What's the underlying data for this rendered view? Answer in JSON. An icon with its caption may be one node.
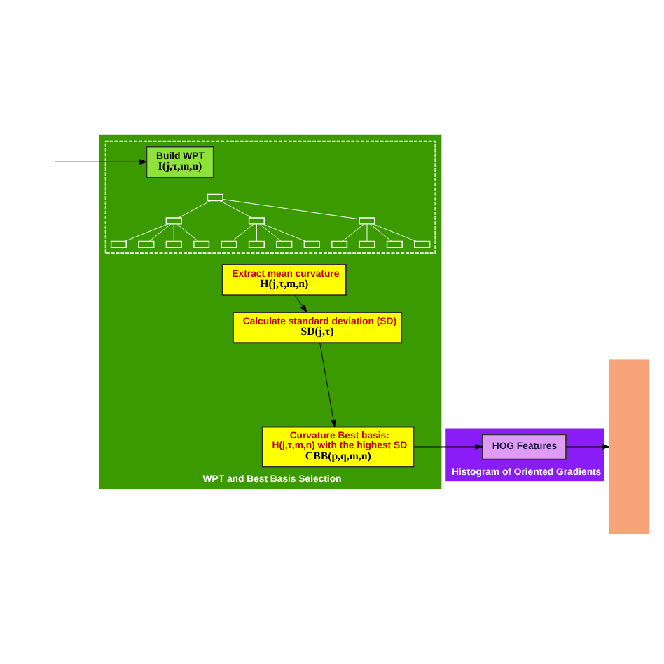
{
  "diagram": {
    "nodes": [
      {
        "text": [
          "WPT and Best Basis Selection"
        ]
      },
      {
        "text": [],
        "shape": "box",
        "in": 0
      },
      {
        "text": [
          "Build WPT",
          "I(j,τ,m,n)"
        ],
        "in": 1
      },
      {
        "text": [],
        "shape": "box",
        "in": 1
      },
      {
        "text": [],
        "shape": "box",
        "in": 1
      },
      {
        "text": [],
        "shape": "box",
        "in": 1
      },
      {
        "text": [],
        "shape": "box",
        "in": 1
      },
      {
        "text": [],
        "shape": "box",
        "in": 1
      },
      {
        "text": [],
        "shape": "box",
        "in": 1
      },
      {
        "text": [],
        "shape": "box",
        "in": 1
      },
      {
        "text": [],
        "shape": "box",
        "in": 1
      },
      {
        "text": [],
        "shape": "box",
        "in": 1
      },
      {
        "text": [],
        "shape": "box",
        "in": 1
      },
      {
        "text": [],
        "shape": "box",
        "in": 1
      },
      {
        "text": [],
        "shape": "box",
        "in": 1
      },
      {
        "text": [],
        "shape": "box",
        "in": 1
      },
      {
        "text": [],
        "shape": "box",
        "in": 1
      },
      {
        "text": [],
        "shape": "box",
        "in": 1
      },
      {
        "text": [],
        "shape": "box",
        "in": 1
      },
      {
        "text": [
          "Extract mean curvature",
          "H(j,τ,m,n)"
        ],
        "in": 0
      },
      {
        "text": [
          "Calculate standard deviation (SD)",
          "SD(j,τ)"
        ],
        "in": 0
      },
      {
        "text": [
          "Curvature Best basis:",
          "H(j,τ,m,n) with the highest SD",
          "CBB(p,q,m,n)"
        ],
        "in": 0
      },
      {
        "text": [
          "Histogram of Oriented Gradients"
        ]
      },
      {
        "text": [
          "HOG Features"
        ],
        "in": 22
      },
      {
        "text": [],
        "shape": "box"
      }
    ],
    "edges": [
      {
        "from": null,
        "to": 2,
        "arrow": "to",
        "color": "#000000"
      },
      {
        "from": 3,
        "to": 4,
        "arrow": "none",
        "color": "#ffffff"
      },
      {
        "from": 3,
        "to": 5,
        "arrow": "none",
        "color": "#ffffff"
      },
      {
        "from": 3,
        "to": 6,
        "arrow": "none",
        "color": "#ffffff"
      },
      {
        "from": 4,
        "to": 7,
        "arrow": "none",
        "color": "#ffffff"
      },
      {
        "from": 4,
        "to": 8,
        "arrow": "none",
        "color": "#ffffff"
      },
      {
        "from": 4,
        "to": 9,
        "arrow": "none",
        "color": "#ffffff"
      },
      {
        "from": 4,
        "to": 10,
        "arrow": "none",
        "color": "#ffffff"
      },
      {
        "from": 5,
        "to": 11,
        "arrow": "none",
        "color": "#ffffff"
      },
      {
        "from": 5,
        "to": 12,
        "arrow": "none",
        "color": "#ffffff"
      },
      {
        "from": 5,
        "to": 13,
        "arrow": "none",
        "color": "#ffffff"
      },
      {
        "from": 5,
        "to": 14,
        "arrow": "none",
        "color": "#ffffff"
      },
      {
        "from": 6,
        "to": 15,
        "arrow": "none",
        "color": "#ffffff"
      },
      {
        "from": 6,
        "to": 16,
        "arrow": "none",
        "color": "#ffffff"
      },
      {
        "from": 6,
        "to": 17,
        "arrow": "none",
        "color": "#ffffff"
      },
      {
        "from": 6,
        "to": 18,
        "arrow": "none",
        "color": "#ffffff"
      },
      {
        "from": 19,
        "to": 20,
        "arrow": "to",
        "color": "#000000"
      },
      {
        "from": 20,
        "to": 21,
        "arrow": "to",
        "color": "#000000"
      },
      {
        "from": 21,
        "to": 23,
        "arrow": "to",
        "color": "#000000"
      },
      {
        "from": 23,
        "to": 24,
        "arrow": "to",
        "color": "#000000"
      }
    ]
  }
}
